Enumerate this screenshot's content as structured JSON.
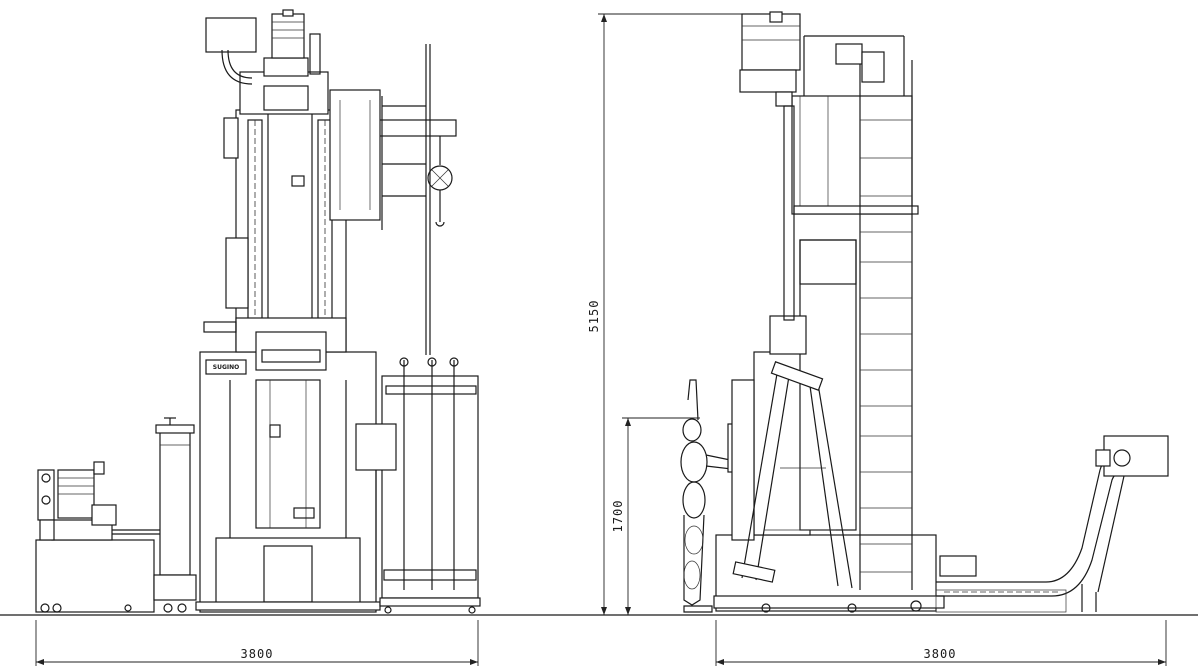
{
  "dimensions": {
    "front_width": "3800",
    "side_width": "3800",
    "total_height": "5150",
    "operator_height": "1700"
  },
  "labels": {
    "brand_plate": "SUGINO"
  }
}
